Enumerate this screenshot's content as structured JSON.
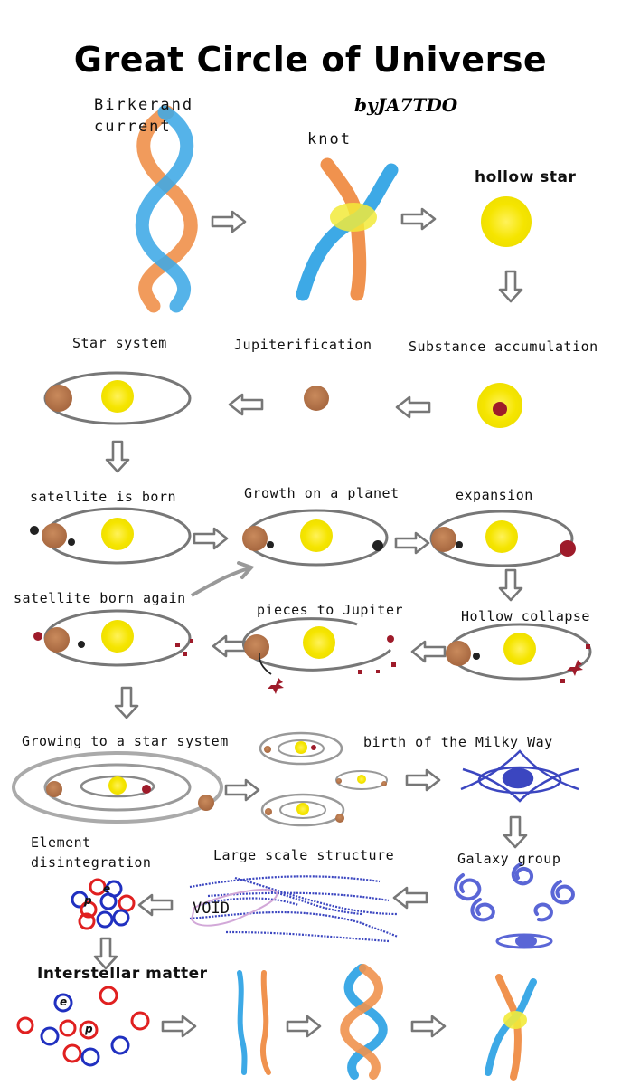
{
  "title": "Great Circle of Universe",
  "author": "byJA7TDO",
  "labels": {
    "birkerand_1": "Birkerand",
    "birkerand_2": "current",
    "knot": "knot",
    "hollow_star": "hollow star",
    "star_system": "Star system",
    "jupiterification": "Jupiterification",
    "substance_accumulation": "Substance accumulation",
    "satellite_is_born": "satellite is born",
    "growth_on_planet": "Growth on a planet",
    "expansion": "expansion",
    "satellite_born_again": "satellite born again",
    "pieces_to_jupiter": "pieces to Jupiter",
    "hollow_collapse": "Hollow collapse",
    "growing_to_star_system": "Growing to a star system",
    "birth_milky_way": "birth of the Milky Way",
    "element_disintegration_1": "Element",
    "element_disintegration_2": "disintegration",
    "large_scale_structure": "Large scale structure",
    "galaxy_group": "Galaxy group",
    "void": "VOID",
    "interstellar_matter": "Interstellar matter"
  },
  "particles": {
    "p": "p",
    "e": "e"
  },
  "colors": {
    "plasma_blue": "#3da9e6",
    "plasma_orange": "#f0924e",
    "star_yellow": "#f5e500",
    "planet_brown": "#b7764c",
    "debris_red": "#9e1b2a",
    "orbit_gray": "#777777",
    "arrow_gray": "#777777",
    "galaxy_blue": "#3b46c0",
    "proton_red": "#e02020",
    "electron_blue": "#2030c0"
  }
}
